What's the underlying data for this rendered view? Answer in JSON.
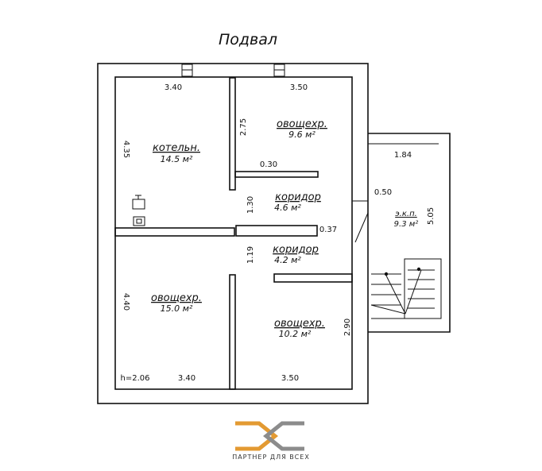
{
  "title": "Подвал",
  "rooms": [
    {
      "id": "boiler",
      "name": "котельн.",
      "area": "14.5 м²"
    },
    {
      "id": "veg1",
      "name": "овощехр.",
      "area": "9.6 м²"
    },
    {
      "id": "corr1",
      "name": "коридор",
      "area": "4.6 м²"
    },
    {
      "id": "corr2",
      "name": "коридор",
      "area": "4.2 м²"
    },
    {
      "id": "veg2",
      "name": "овощехр.",
      "area": "15.0 м²"
    },
    {
      "id": "veg3",
      "name": "овощехр.",
      "area": "10.2 м²"
    },
    {
      "id": "stair",
      "name": "э.к.п.",
      "area": "9.3 м²"
    }
  ],
  "dimensions": {
    "top_left": "3.40",
    "top_right": "3.50",
    "boiler_height": "4.35",
    "veg1_height": "2.75",
    "partition_a": "0.30",
    "corr1_height": "1.30",
    "door_gap": "0.50",
    "wall_b": "0.37",
    "corr2_height": "1.19",
    "veg2_height": "4.40",
    "veg3_height": "2.90",
    "ceiling": "h=2.06",
    "bottom_left": "3.40",
    "bottom_right": "3.50",
    "stair_width": "1.84",
    "stair_length": "5.05"
  },
  "logo": {
    "caption": "ПАРТНЕР ДЛЯ ВСЕХ",
    "colors": {
      "orange": "#e39a32",
      "gray": "#8c8c8c"
    }
  }
}
